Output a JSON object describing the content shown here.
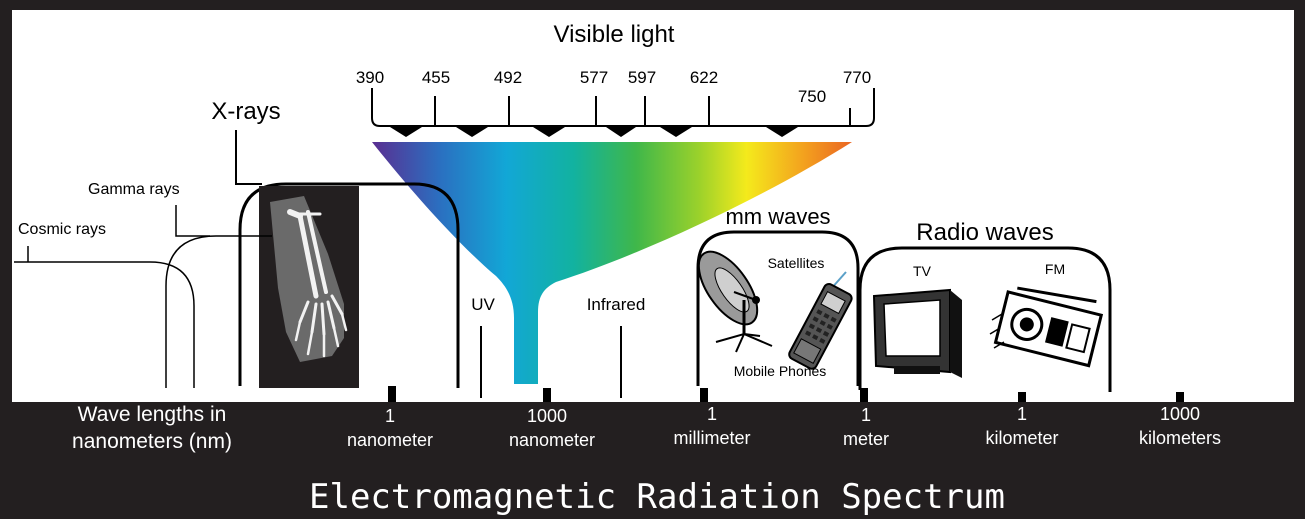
{
  "title": "Electromagnetic Radiation Spectrum",
  "visible": {
    "title": "Visible light",
    "ticks": [
      "390",
      "455",
      "492",
      "577",
      "597",
      "622",
      "750",
      "770"
    ]
  },
  "bands": {
    "xrays": "X-rays",
    "gamma": "Gamma rays",
    "cosmic": "Cosmic rays",
    "uv": "UV",
    "infrared": "Infrared",
    "mm": "mm waves",
    "radio": "Radio waves",
    "satellites": "Satellites",
    "mobile": "Mobile Phones",
    "tv": "TV",
    "fm": "FM"
  },
  "scale": {
    "heading": [
      "Wave lengths in",
      "nanometers (nm)"
    ],
    "marks": [
      {
        "value": "1",
        "unit": "nanometer"
      },
      {
        "value": "1000",
        "unit": "nanometer"
      },
      {
        "value": "1",
        "unit": "millimeter"
      },
      {
        "value": "1",
        "unit": "meter"
      },
      {
        "value": "1",
        "unit": "kilometer"
      },
      {
        "value": "1000",
        "unit": "kilometers"
      }
    ]
  },
  "colors": {
    "panel": "#ffffff",
    "bar": "#231f20",
    "spectrum": [
      "#5a2e91",
      "#2b6fc0",
      "#12a7d6",
      "#12b2a0",
      "#3fb74a",
      "#9ad12b",
      "#f4ea1c",
      "#f3a11e",
      "#ea6523"
    ]
  },
  "icons": [
    "hand-xray-icon",
    "satellite-dish-icon",
    "mobile-phone-icon",
    "tv-icon",
    "radio-icon"
  ]
}
